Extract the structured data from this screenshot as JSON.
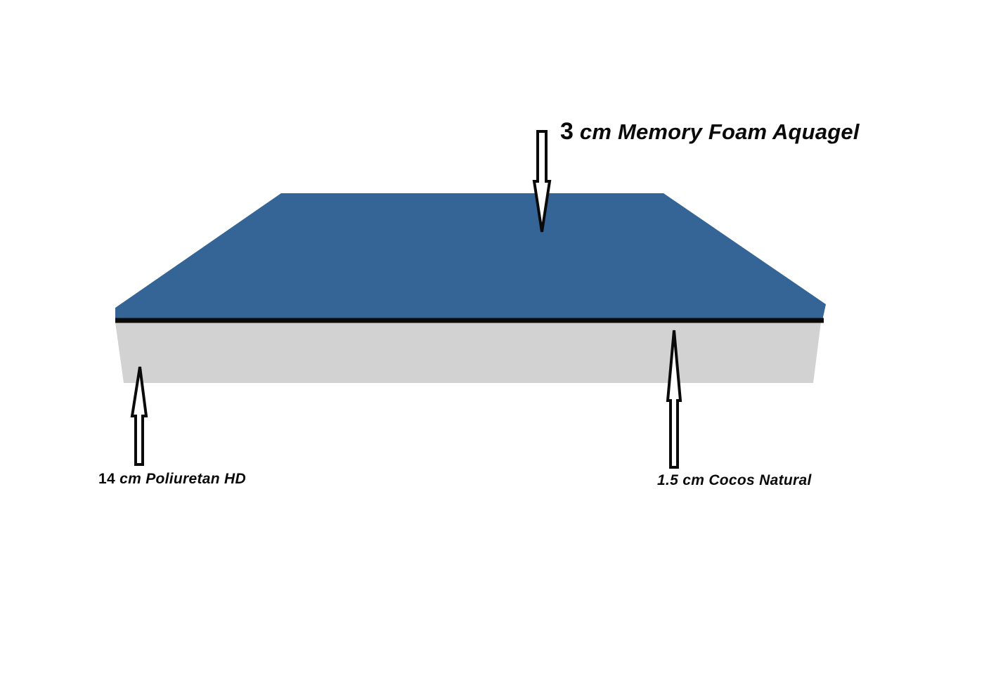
{
  "colors": {
    "background": "#ffffff",
    "memory_foam_layer": "#356596",
    "divider_line": "#0a0a0a",
    "polyurethane_layer": "#d2d2d2",
    "arrow_stroke": "#0a0a0a",
    "arrow_fill": "#ffffff"
  },
  "labels": {
    "top": {
      "number": "3",
      "text": " cm Memory Foam Aquagel"
    },
    "left": {
      "number": "14",
      "text": " cm Poliuretan HD"
    },
    "right": {
      "number": "1.5",
      "text": " cm Cocos Natural"
    }
  },
  "icons": {
    "top_arrow": "arrow-down-icon",
    "left_arrow": "arrow-up-icon",
    "right_arrow": "arrow-up-icon"
  }
}
